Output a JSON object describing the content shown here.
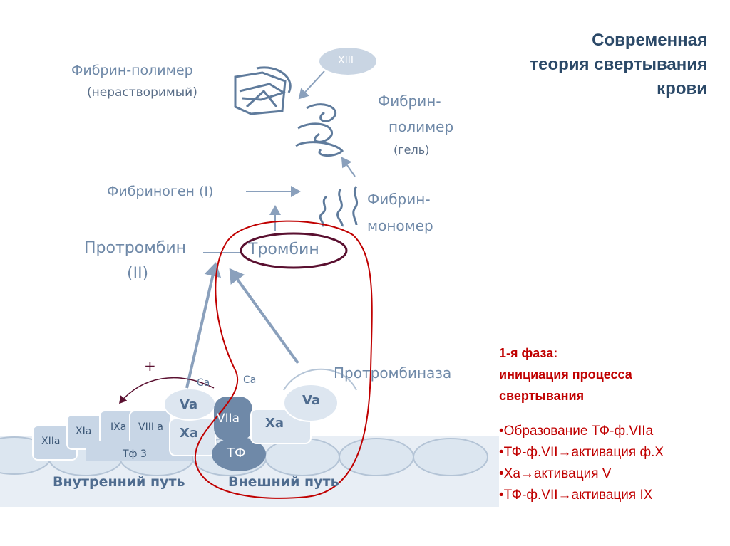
{
  "title": {
    "lines": [
      "Современная",
      "теория свертывания",
      "крови"
    ]
  },
  "diagram": {
    "fibrin_polymer_insoluble": "Фибрин-полимер",
    "fibrin_polymer_insoluble_note": "(нерастворимый)",
    "factor_xiii": "XIII",
    "fibrin_polymer_gel_1": "Фибрин-",
    "fibrin_polymer_gel_2": "полимер",
    "fibrin_polymer_gel_note": "(гель)",
    "fibrinogen": "Фибриноген (I)",
    "fibrin_monomer_1": "Фибрин-",
    "fibrin_monomer_2": "мономер",
    "prothrombin": "Протромбин",
    "prothrombin_num": "(II)",
    "thrombin": "Тромбин",
    "plus": "+",
    "ca_1": "Ca",
    "ca_2": "Ca",
    "prothrombinase": "Протромбиназа",
    "xiia": "XIIa",
    "xia": "XIa",
    "ixa": "IXa",
    "viiia": "VIII a",
    "tf3": "Тф 3",
    "va_left": "Va",
    "xa_left": "Xa",
    "viia": "VIIa",
    "tf": "ТФ",
    "xa_right": "Xa",
    "va_right": "Va",
    "intrinsic_path": "Внутренний путь",
    "extrinsic_path": "Внешний путь"
  },
  "phase": {
    "heading_1": "1-я фаза:",
    "heading_2": "инициация процесса",
    "heading_3": "свертывания",
    "bullets": [
      "•Образование ТФ-ф.VIIa",
      "•ТФ-ф.VII→активация ф.X",
      "•Xa→активация  V",
      "•ТФ-ф.VII→активация IX"
    ]
  },
  "colors": {
    "diagram_blue": "#6f89a8",
    "dark_blue": "#4f6c8f",
    "title_blue": "#2b4968",
    "red": "#c00000",
    "thrombin_ring": "#5a1030"
  }
}
